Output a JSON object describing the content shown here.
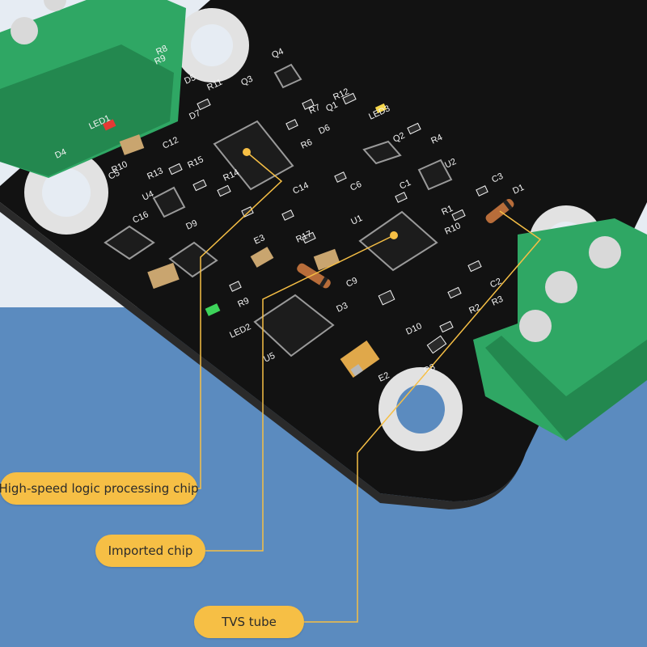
{
  "scene": {
    "colors": {
      "background_upper": "#e6ecf3",
      "background_lower": "#5b8bbf",
      "pcb": "#121212",
      "terminal_green": "#2fa764",
      "mounting_hole": "#e2e2e2",
      "callout_fill": "#f6bf45",
      "leader_line": "#f6bf45",
      "led_red": "#e53935",
      "led_green": "#3dd35a",
      "led_yellow": "#f5d64a",
      "silkscreen": "#f4f4f4"
    },
    "silkscreen_labels": [
      "R8",
      "R9",
      "Q4",
      "D5",
      "R11",
      "Q3",
      "R7",
      "R12",
      "LED3",
      "Q1",
      "R6",
      "LED1",
      "D7",
      "C12",
      "D4",
      "R4",
      "Q2",
      "D6",
      "R10",
      "R13",
      "R15",
      "R14",
      "U2",
      "C5",
      "U4",
      "C3",
      "C14",
      "C1",
      "C6",
      "D1",
      "R1",
      "R10",
      "U1",
      "C16",
      "D9",
      "E3",
      "R17",
      "C9",
      "C2",
      "R3",
      "R2",
      "D3",
      "D10",
      "R9",
      "LED2",
      "U5",
      "D8",
      "E2"
    ]
  },
  "callouts": [
    {
      "key": "logic",
      "text": "High-speed logic processing chip"
    },
    {
      "key": "imported",
      "text": "Imported chip"
    },
    {
      "key": "tvs",
      "text": "TVS tube"
    }
  ]
}
